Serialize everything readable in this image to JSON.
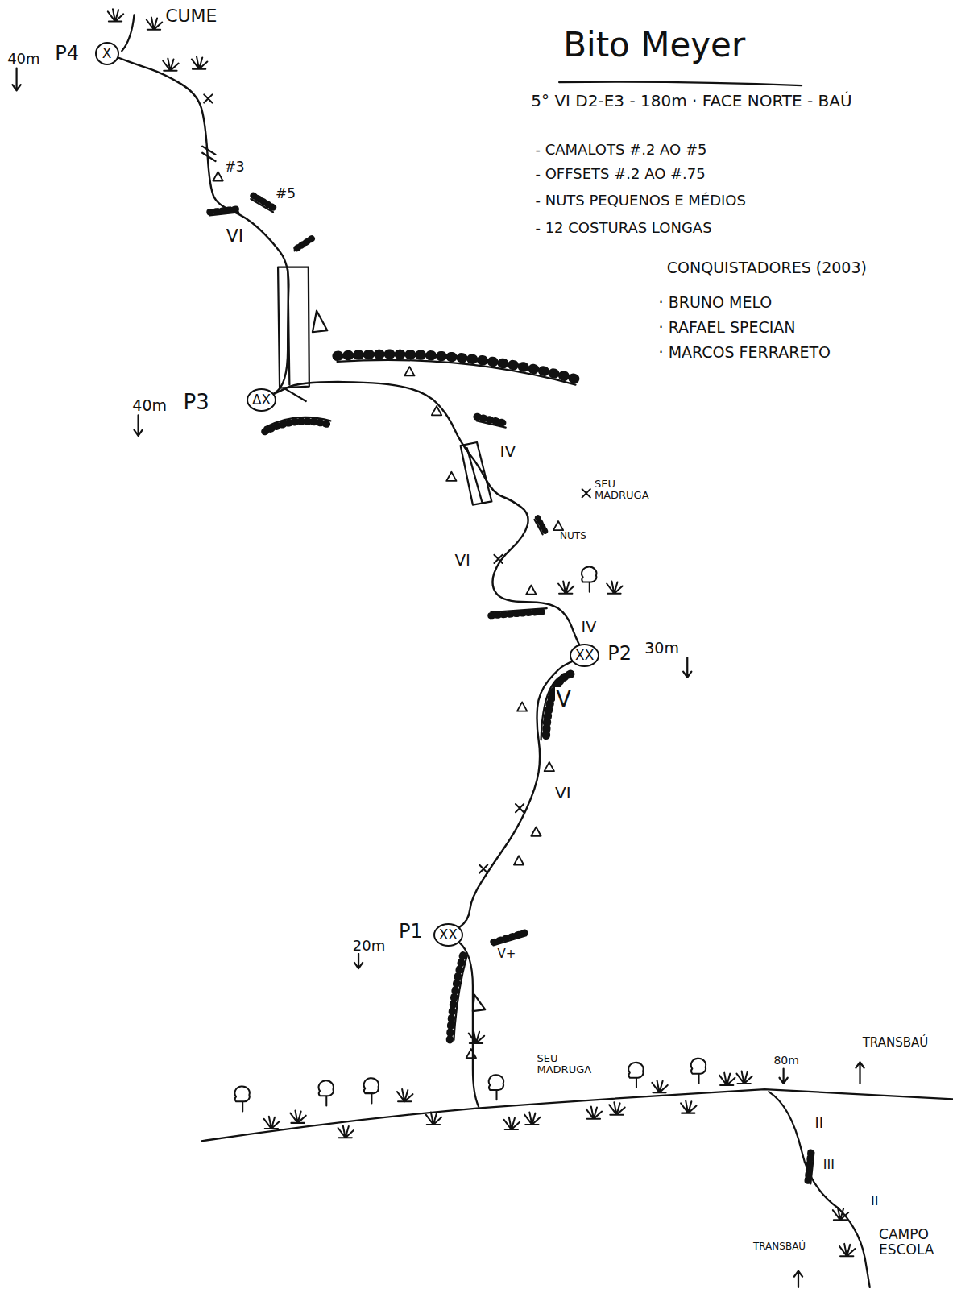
{
  "diagram": {
    "title": "Bito Meyer",
    "nodes": [
      {
        "text": [
          "X"
        ]
      },
      {
        "text": [
          "ΔX"
        ]
      },
      {
        "text": [
          "XX"
        ]
      },
      {
        "text": [
          "XX"
        ]
      }
    ],
    "edges": [
      {
        "from": 3,
        "to": 2,
        "arrow": "none"
      },
      {
        "from": 2,
        "to": 1,
        "arrow": "none"
      },
      {
        "from": 1,
        "to": 0,
        "arrow": "none"
      }
    ],
    "labels": [
      "CUME",
      "40m",
      "P4",
      "#3",
      "#5",
      "VI",
      "40m",
      "P3",
      "IV",
      "SEU MADRUGA",
      "NUTS",
      "VI",
      "IV",
      "P2",
      "30m",
      "V",
      "VI",
      "20m",
      "P1",
      "V+",
      "SEU MADRUGA",
      "80m",
      "TRANSBAÚ",
      "II",
      "III",
      "II",
      "TRANSBAÚ",
      "CAMPO ESCOLA",
      "5° VI D2-E3 - 180m · FACE NORTE - BAÚ",
      "- CAMALOTS #.2 AO #5",
      "- OFFSETS #.2 AO #.75",
      "- NUTS PEQUENOS E MÉDIOS",
      "- 12 COSTURAS LONGAS",
      "CONQUISTADORES (2003)",
      "· BRUNO MELO",
      "· RAFAEL SPECIAN",
      "· MARCOS FERRARETO"
    ]
  }
}
